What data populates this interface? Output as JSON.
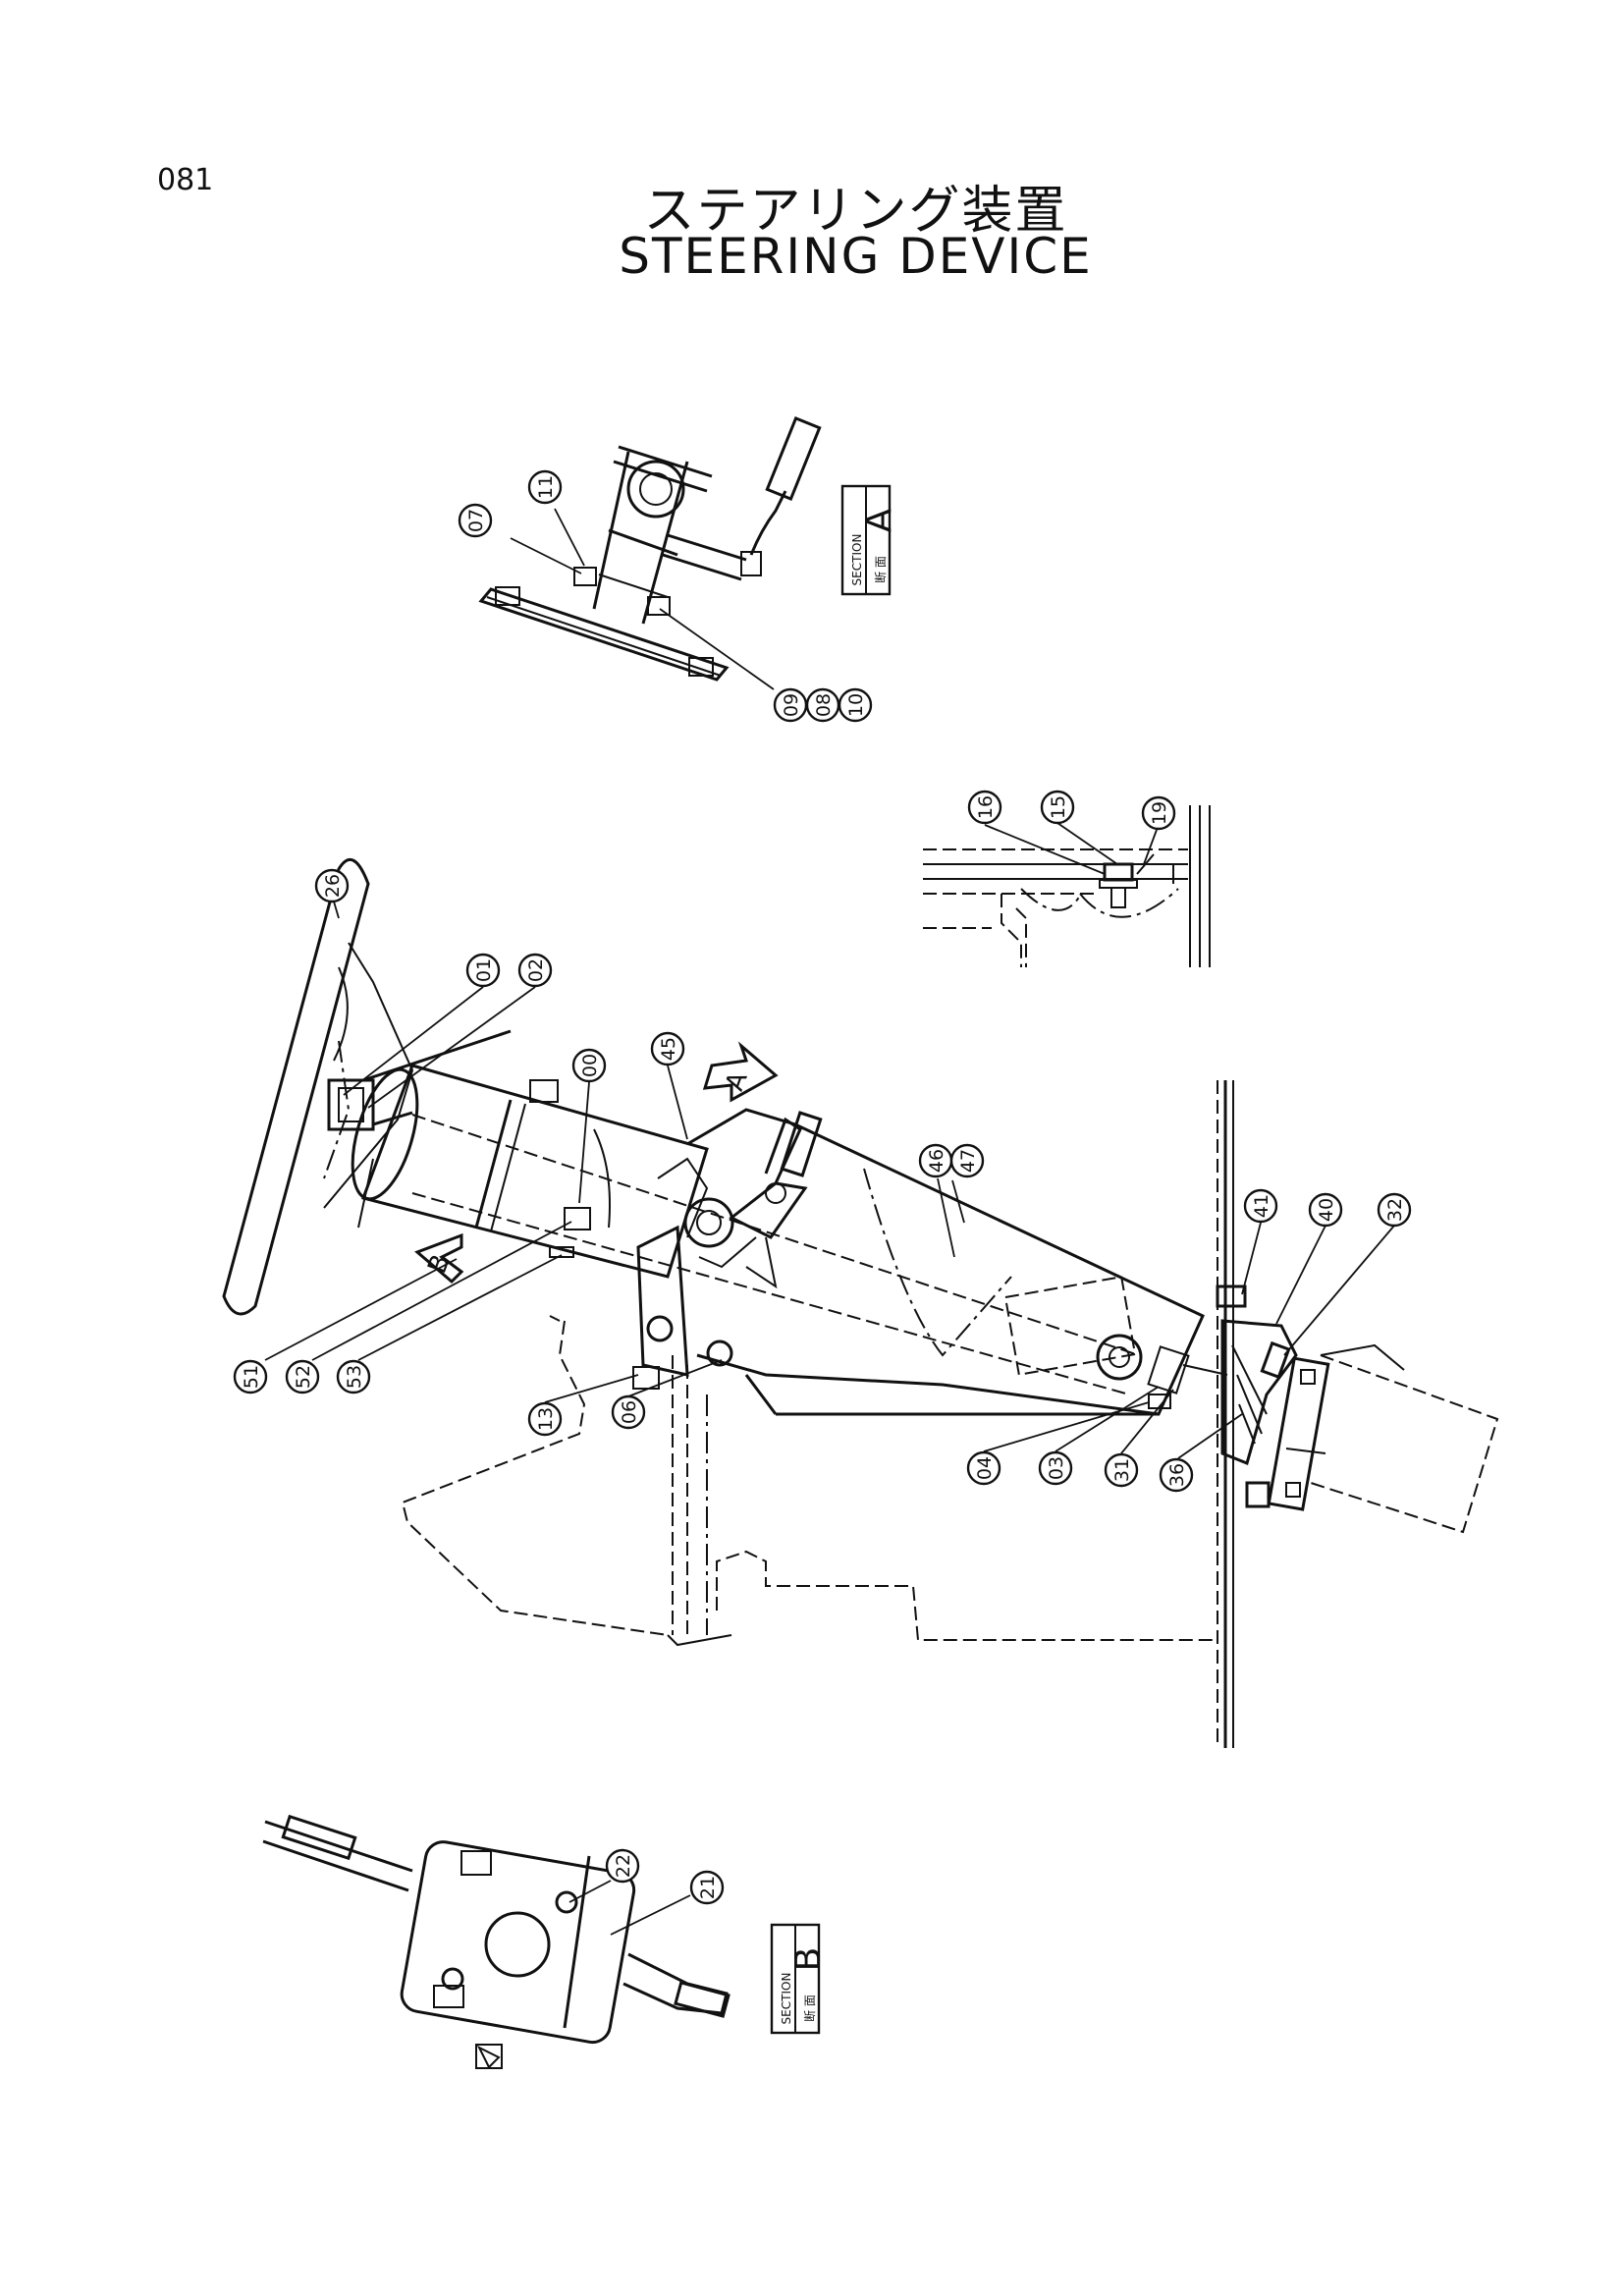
{
  "page_number": "081",
  "title": {
    "japanese": "ステアリング装置",
    "english": "STEERING DEVICE"
  },
  "section_tags": [
    {
      "letter": "A",
      "section_word": "SECTION",
      "jp": "断 面"
    },
    {
      "letter": "B",
      "section_word": "SECTION",
      "jp": "断 面"
    }
  ],
  "view_arrows": [
    "A",
    "B"
  ],
  "part_callouts": {
    "section_a": [
      "07",
      "11",
      "09",
      "08",
      "10"
    ],
    "detail_top": [
      "16",
      "15",
      "19"
    ],
    "main": [
      "26",
      "01",
      "02",
      "00",
      "45",
      "46",
      "47",
      "41",
      "40",
      "32",
      "51",
      "52",
      "53",
      "13",
      "06",
      "04",
      "03",
      "31",
      "36"
    ],
    "section_b": [
      "22",
      "21"
    ]
  }
}
